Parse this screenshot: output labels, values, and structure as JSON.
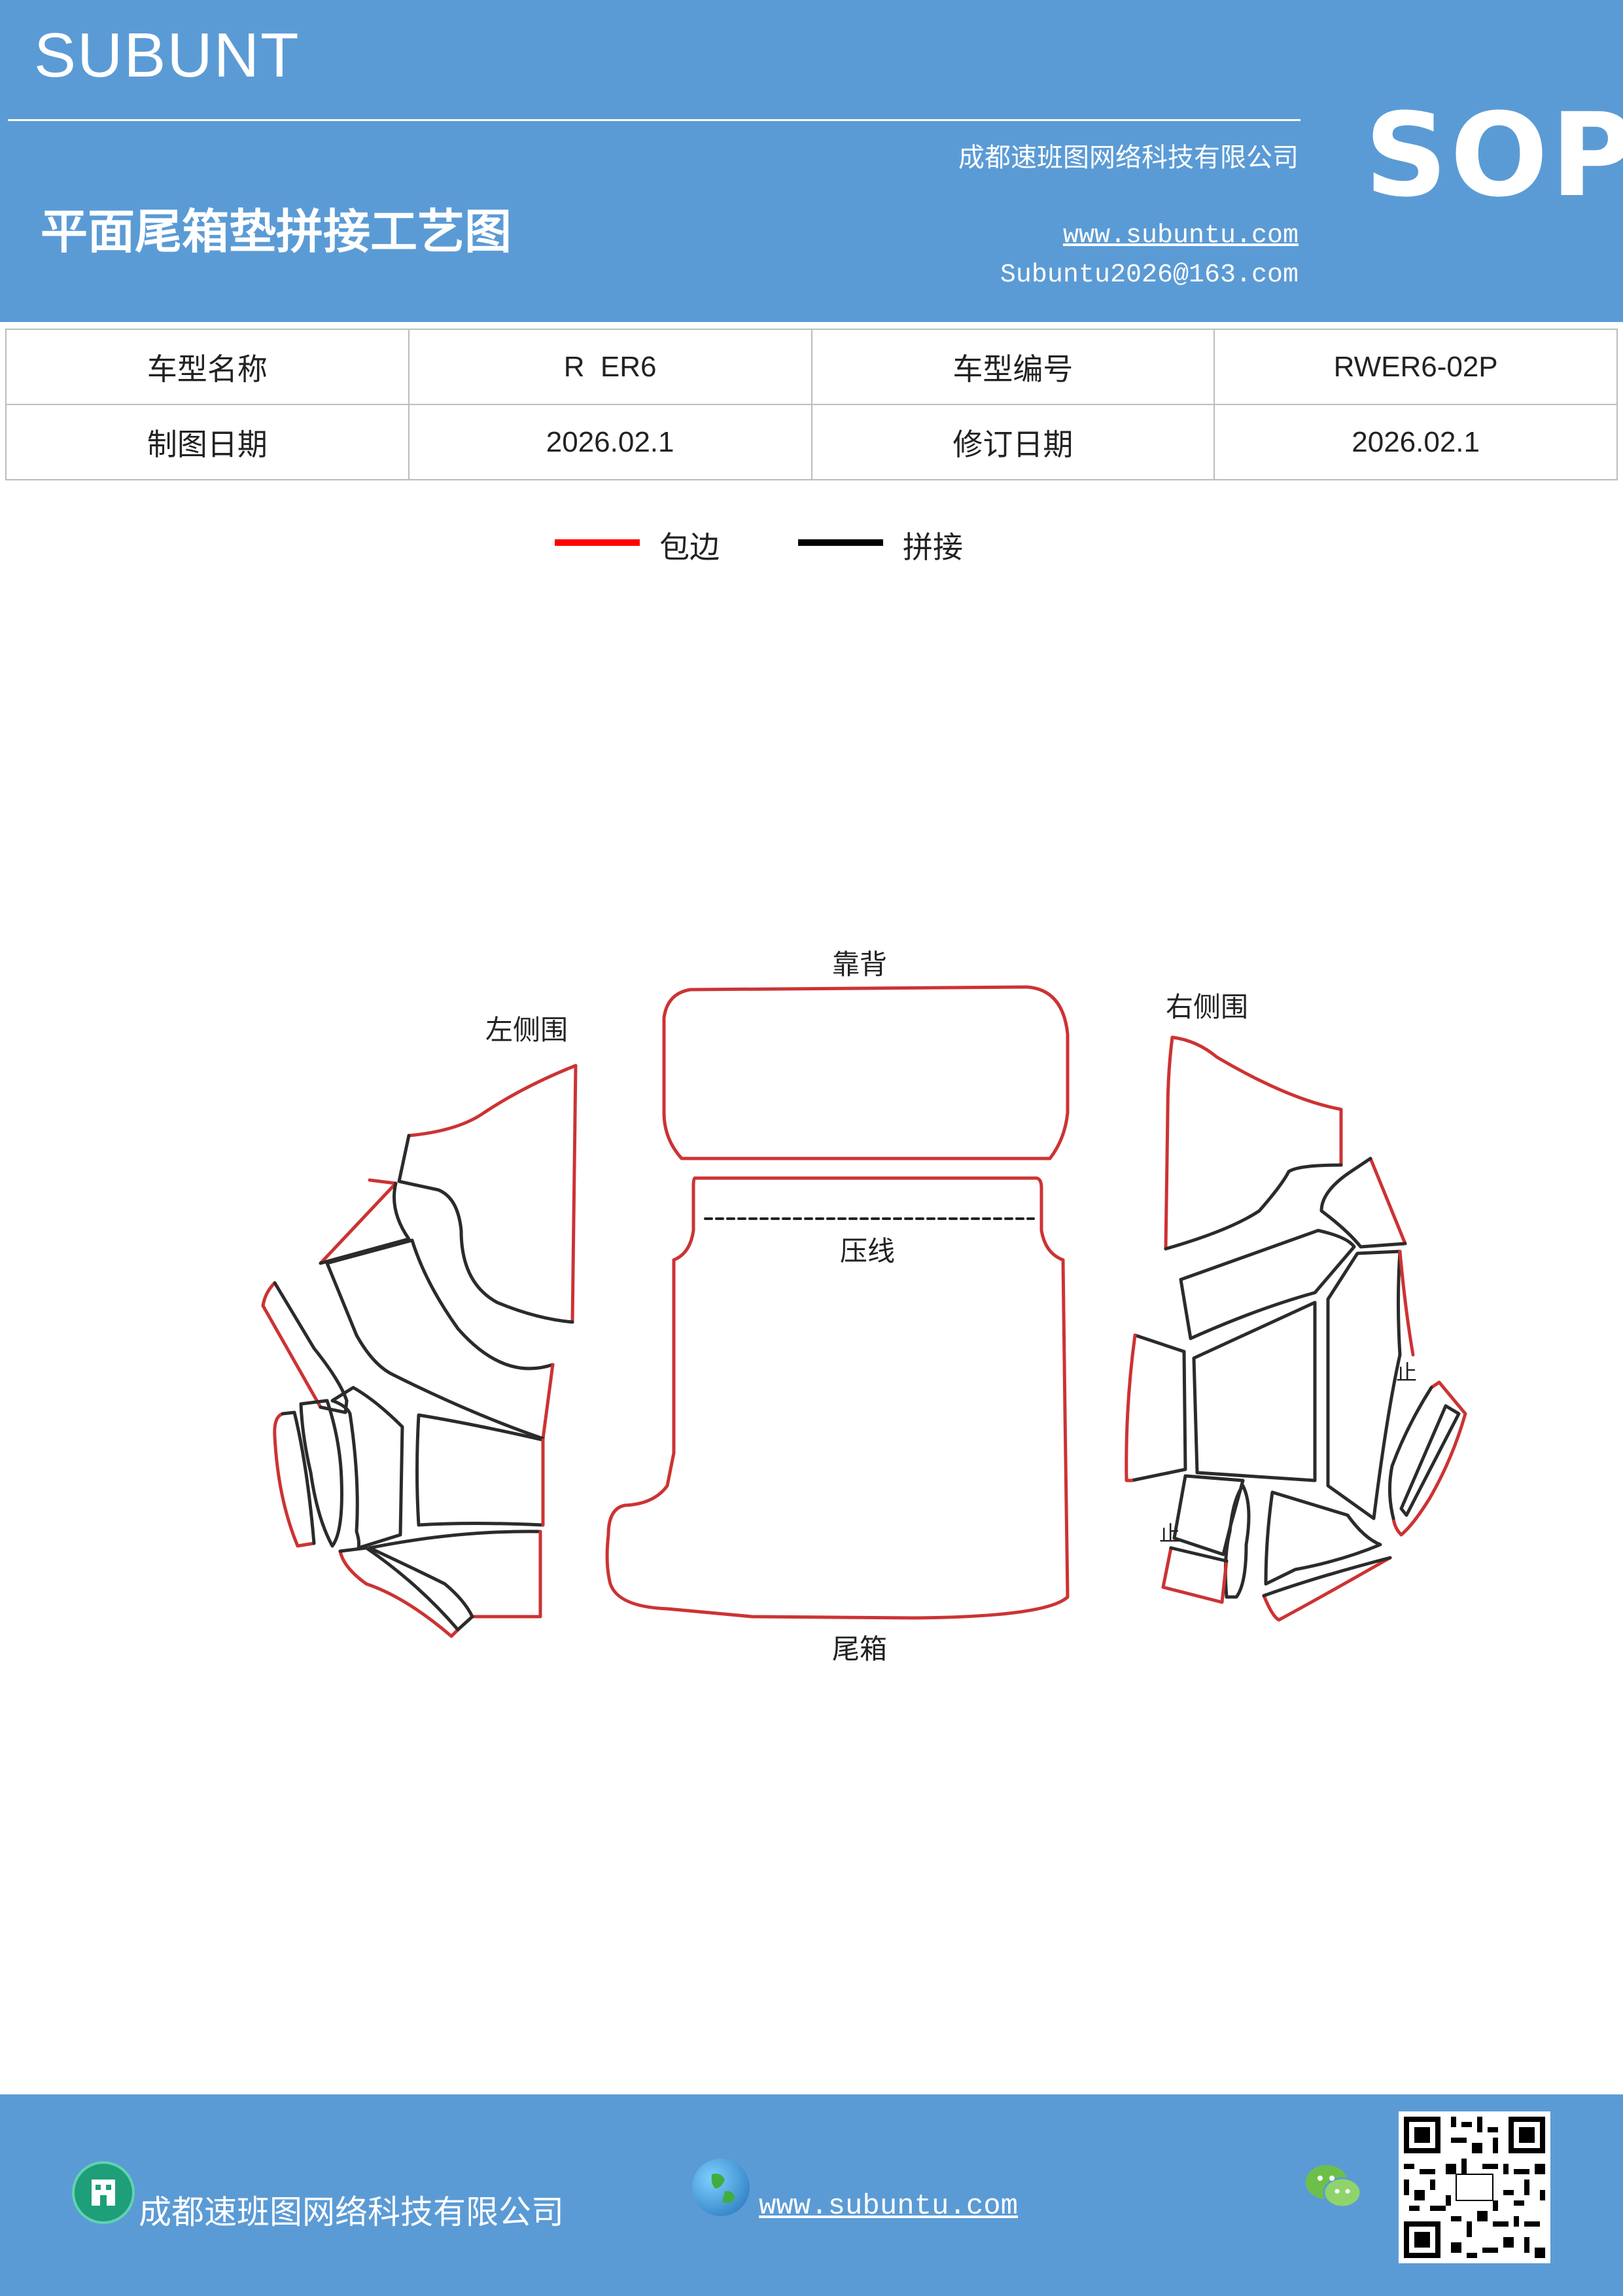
{
  "header": {
    "brand": "SUBUNT",
    "badge": "SOP",
    "title": "平面尾箱垫拼接工艺图",
    "company": "成都速班图网络科技有限公司",
    "website": "www.subuntu.com",
    "email": "Subuntu2026@163.com"
  },
  "info_table": {
    "row1": {
      "label1": "车型名称",
      "value1": "R  ER6",
      "label2": "车型编号",
      "value2": "RWER6-02P"
    },
    "row2": {
      "label1": "制图日期",
      "value1": "2026.02.1",
      "label2": "修订日期",
      "value2": "2026.02.1"
    }
  },
  "legend": {
    "items": [
      {
        "label": "包边",
        "color": "#ff0000"
      },
      {
        "label": "拼接",
        "color": "#000000"
      }
    ]
  },
  "diagram": {
    "labels": {
      "back": "靠背",
      "left_side": "左侧围",
      "right_side": "右侧围",
      "crease": "压线",
      "trunk": "尾箱",
      "stop_right": "止",
      "stop_left": "止"
    },
    "colors": {
      "edge_binding": "#cc3333",
      "seam": "#2b2b2b"
    }
  },
  "footer": {
    "company": "成都速班图网络科技有限公司",
    "website": "www.subuntu.com",
    "icons": [
      "building-icon",
      "globe-icon",
      "wechat-icon",
      "qr-code"
    ]
  }
}
